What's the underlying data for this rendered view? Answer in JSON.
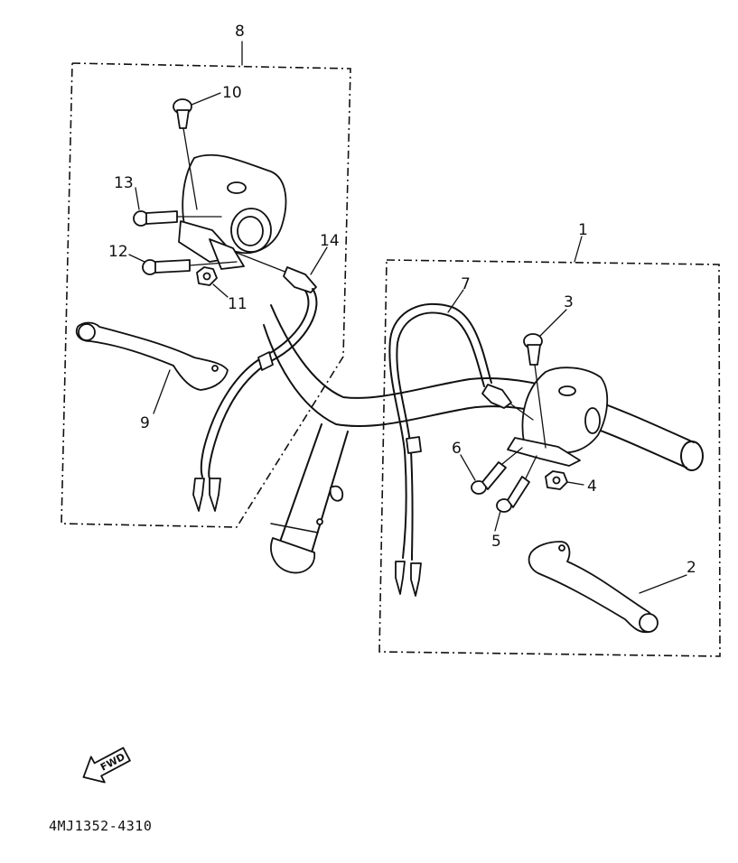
{
  "callouts": {
    "c1": "1",
    "c2": "2",
    "c3": "3",
    "c4": "4",
    "c5": "5",
    "c6": "6",
    "c7": "7",
    "c8": "8",
    "c9": "9",
    "c10": "10",
    "c11": "11",
    "c12": "12",
    "c13": "13",
    "c14": "14"
  },
  "badge": {
    "fwd": "FWD"
  },
  "footer": {
    "drawing_code": "4MJ1352-4310"
  },
  "colors": {
    "ink": "#111111",
    "paper": "#ffffff"
  }
}
